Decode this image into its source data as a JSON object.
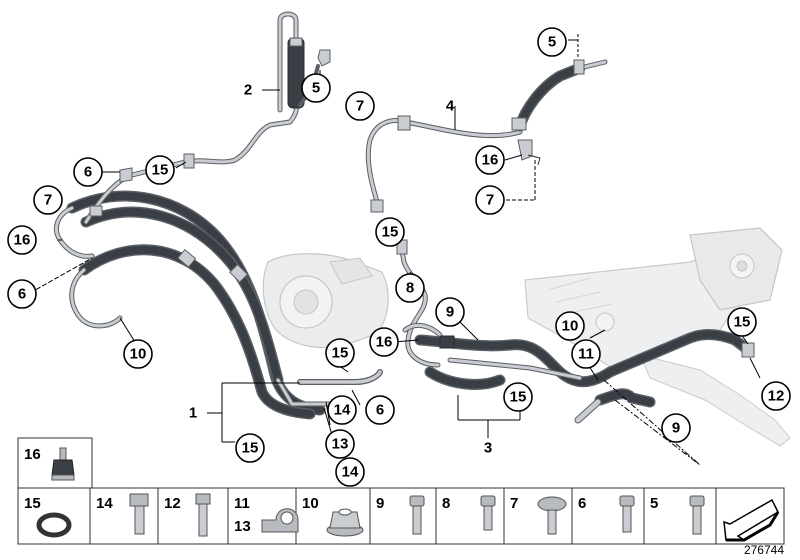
{
  "diagram": {
    "reference_number": "276744",
    "callouts": [
      {
        "id": "c5a",
        "label": "5",
        "style": "circle"
      },
      {
        "id": "c5b",
        "label": "5",
        "style": "circle"
      },
      {
        "id": "c2",
        "label": "2",
        "style": "plain"
      },
      {
        "id": "c4",
        "label": "4",
        "style": "plain"
      },
      {
        "id": "c7a",
        "label": "7",
        "style": "circle"
      },
      {
        "id": "c16a",
        "label": "16",
        "style": "circle"
      },
      {
        "id": "c7b",
        "label": "7",
        "style": "circle"
      },
      {
        "id": "c6a",
        "label": "6",
        "style": "circle"
      },
      {
        "id": "c15a",
        "label": "15",
        "style": "circle"
      },
      {
        "id": "c7c",
        "label": "7",
        "style": "circle"
      },
      {
        "id": "c16b",
        "label": "16",
        "style": "circle"
      },
      {
        "id": "c6b",
        "label": "6",
        "style": "circle"
      },
      {
        "id": "c15b",
        "label": "15",
        "style": "circle"
      },
      {
        "id": "c8",
        "label": "8",
        "style": "circle"
      },
      {
        "id": "c9a",
        "label": "9",
        "style": "circle"
      },
      {
        "id": "c16c",
        "label": "16",
        "style": "circle"
      },
      {
        "id": "c10a",
        "label": "10",
        "style": "circle"
      },
      {
        "id": "c15c",
        "label": "15",
        "style": "circle"
      },
      {
        "id": "c10b",
        "label": "10",
        "style": "circle"
      },
      {
        "id": "c11",
        "label": "11",
        "style": "circle"
      },
      {
        "id": "c15d",
        "label": "15",
        "style": "circle"
      },
      {
        "id": "c12",
        "label": "12",
        "style": "circle"
      },
      {
        "id": "c1",
        "label": "1",
        "style": "plain"
      },
      {
        "id": "c14a",
        "label": "14",
        "style": "circle"
      },
      {
        "id": "c6c",
        "label": "6",
        "style": "circle"
      },
      {
        "id": "c15e",
        "label": "15",
        "style": "circle"
      },
      {
        "id": "c13",
        "label": "13",
        "style": "circle"
      },
      {
        "id": "c14b",
        "label": "14",
        "style": "circle"
      },
      {
        "id": "c15f",
        "label": "15",
        "style": "circle"
      },
      {
        "id": "c3",
        "label": "3",
        "style": "plain"
      },
      {
        "id": "c9b",
        "label": "9",
        "style": "circle"
      }
    ],
    "parts_strip": [
      {
        "id": "p15",
        "label": "15"
      },
      {
        "id": "p14",
        "label": "14"
      },
      {
        "id": "p12",
        "label": "12"
      },
      {
        "id": "p11",
        "label": "11",
        "label2": "13"
      },
      {
        "id": "p10",
        "label": "10"
      },
      {
        "id": "p9",
        "label": "9"
      },
      {
        "id": "p8",
        "label": "8"
      },
      {
        "id": "p7",
        "label": "7"
      },
      {
        "id": "p6",
        "label": "6"
      },
      {
        "id": "p5",
        "label": "5"
      }
    ],
    "part_16": {
      "label": "16"
    },
    "colors": {
      "hose_dark": "#3a3f45",
      "pipe_light": "#c9ccd0",
      "outline": "#5a5f66",
      "housing": "#e6e7e8"
    }
  }
}
